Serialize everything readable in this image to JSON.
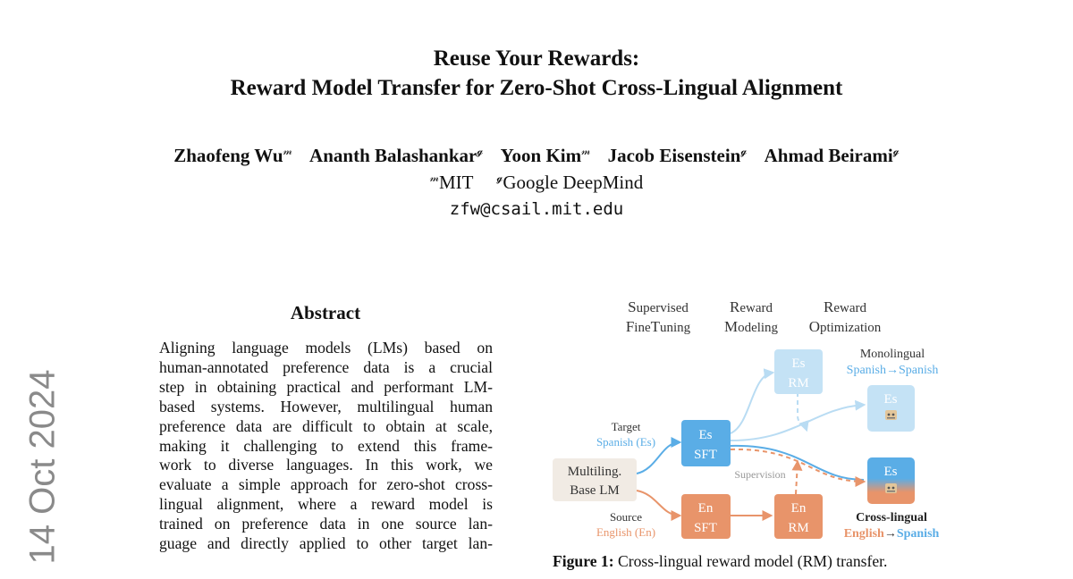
{
  "title_line1": "Reuse Your Rewards:",
  "title_line2": "Reward Model Transfer for Zero-Shot Cross-Lingual Alignment",
  "authors": [
    {
      "name": "Zhaofeng Wu",
      "mark": "𝓂"
    },
    {
      "name": "Ananth Balashankar",
      "mark": "𝓰"
    },
    {
      "name": "Yoon Kim",
      "mark": "𝓂"
    },
    {
      "name": "Jacob Eisenstein",
      "mark": "𝓰"
    },
    {
      "name": "Ahmad Beirami",
      "mark": "𝓰"
    }
  ],
  "affiliations": {
    "mit": "MIT",
    "gdm": "Google DeepMind"
  },
  "email": "zfw@csail.mit.edu",
  "arxiv_date": "14 Oct 2024",
  "abstract_heading": "Abstract",
  "abstract_lines": [
    "Aligning language models (LMs) based on",
    "human-annotated preference data is a crucial",
    "step in obtaining practical and performant LM-",
    "based systems. However, multilingual human",
    "preference data are difficult to obtain at scale,",
    "making it challenging to extend this frame-",
    "work to diverse languages.  In this work, we",
    "evaluate a simple approach for zero-shot cross-",
    "lingual alignment, where a reward model is",
    "trained on preference data in one source lan-",
    "guage and directly applied to other target lan-"
  ],
  "figure": {
    "stages": [
      {
        "big1": "S",
        "rest1": "upervised",
        "big2": "F",
        "rest2": "ine",
        "big3": "T",
        "rest3": "uning"
      },
      {
        "big1": "R",
        "rest1": "eward",
        "big2": "M",
        "rest2": "odeling"
      },
      {
        "big1": "R",
        "rest1": "eward",
        "big2": "O",
        "rest2": "ptimization"
      }
    ],
    "base_lm": [
      "Multiling.",
      "Base LM"
    ],
    "target_label": "Target",
    "target_lang": "Spanish (Es)",
    "source_label": "Source",
    "source_lang": "English (En)",
    "es_sft": [
      "Es",
      "SFT"
    ],
    "en_sft": [
      "En",
      "SFT"
    ],
    "es_rm": [
      "Es",
      "RM"
    ],
    "en_rm": [
      "En",
      "RM"
    ],
    "es_out": "Es",
    "supervision": "Supervision",
    "mono_label": "Monolingual",
    "mono_pair": "Spanish→Spanish",
    "cross_label": "Cross-lingual",
    "cross_src": "English",
    "cross_arrow": "→",
    "cross_tgt": "Spanish",
    "robot_icon": "robot-icon",
    "colors": {
      "blue": "#5aade6",
      "light_blue": "#c4e2f5",
      "orange": "#e8946a",
      "beige": "#f1ebe4"
    }
  },
  "caption": {
    "label": "Figure 1:",
    "text": "Cross-lingual reward model (RM) transfer."
  }
}
